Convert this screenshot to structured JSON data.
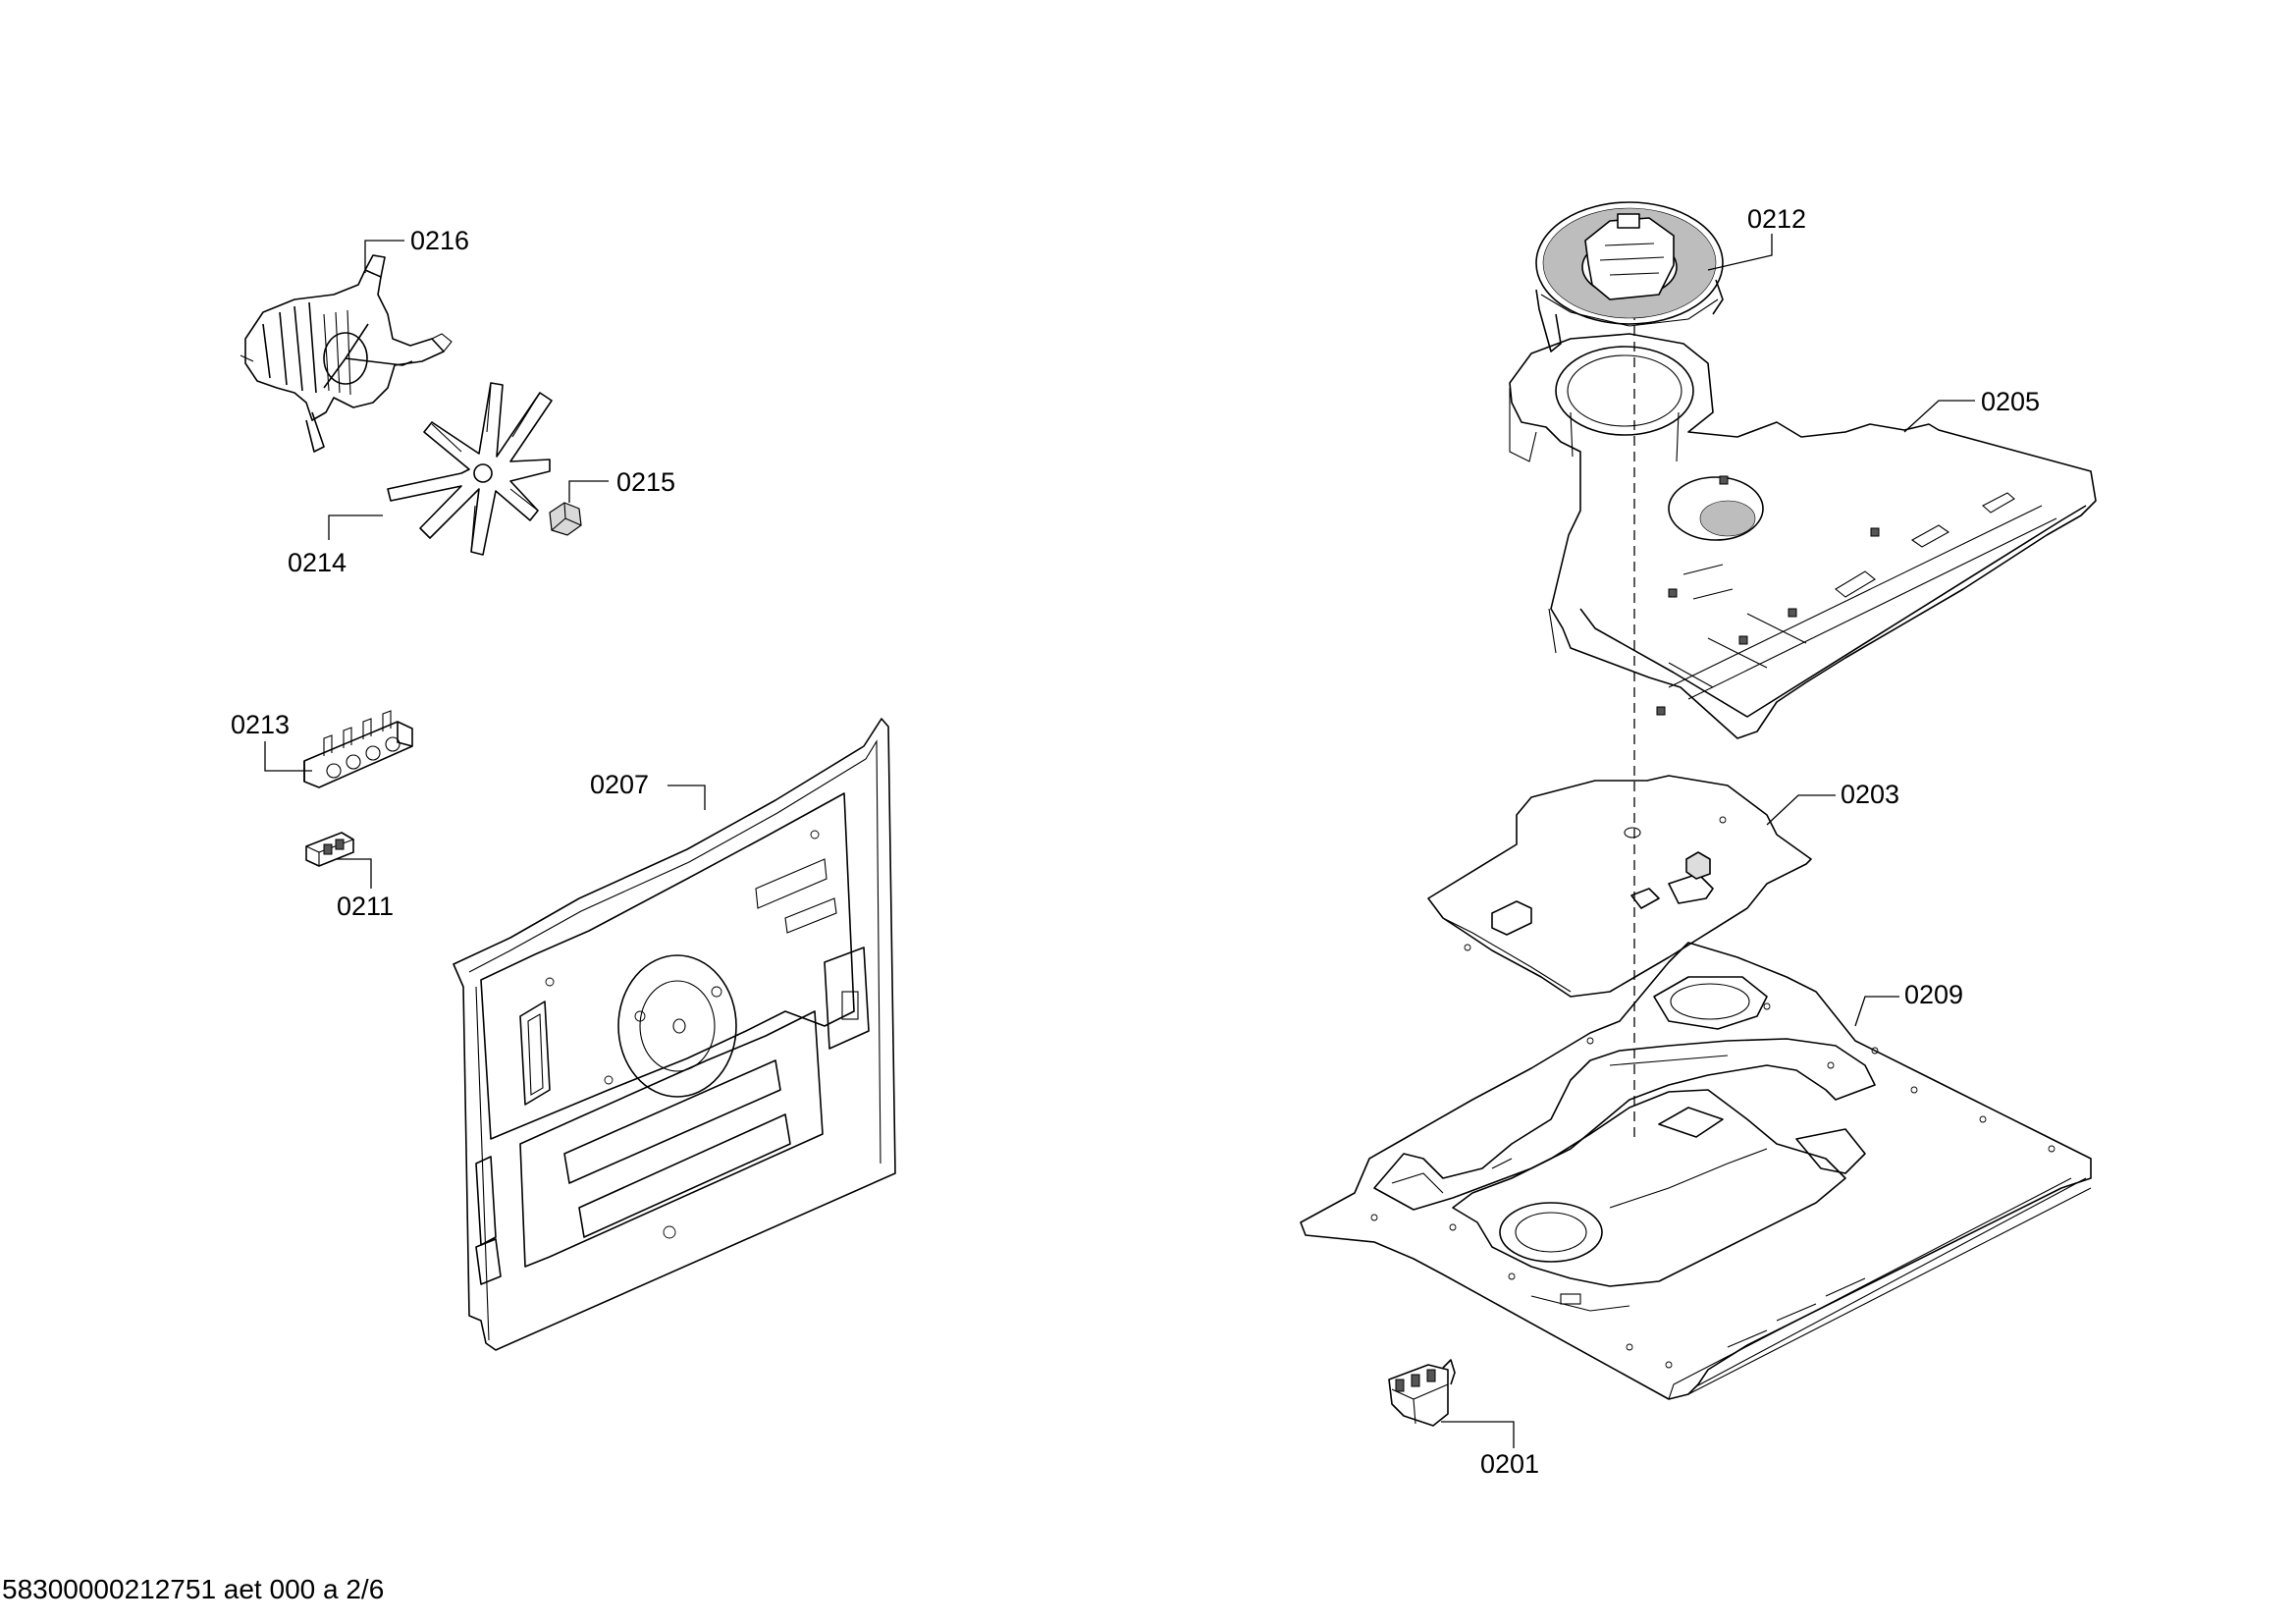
{
  "labels": {
    "p0216": "0216",
    "p0215": "0215",
    "p0214": "0214",
    "p0213": "0213",
    "p0211": "0211",
    "p0207": "0207",
    "p0212": "0212",
    "p0205": "0205",
    "p0203": "0203",
    "p0209": "0209",
    "p0201": "0201"
  },
  "footer": {
    "document_code": "58300000212751 aet 000 a 2/6"
  }
}
